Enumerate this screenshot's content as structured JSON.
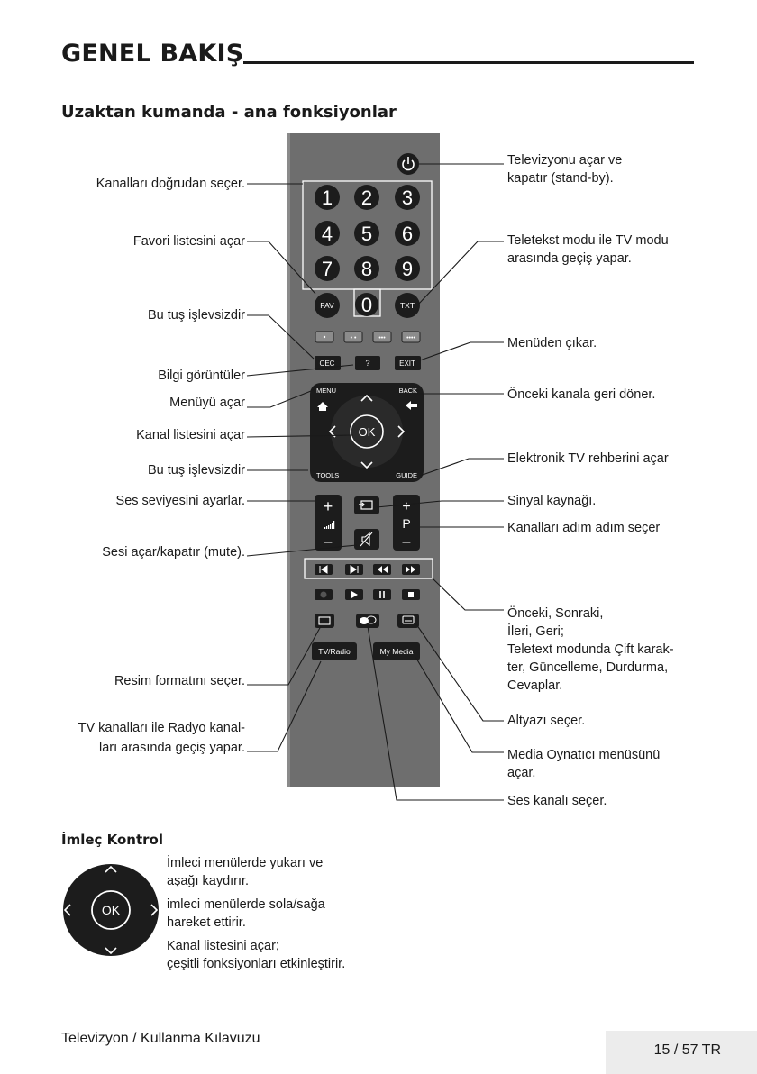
{
  "header": {
    "title": "GENEL BAKIŞ",
    "section": "Uzaktan kumanda - ana fonksiyonlar"
  },
  "labels_left": [
    "Kanalları doğrudan seçer.",
    "Favori listesini açar",
    "Bu tuş işlevsizdir",
    "Bilgi görüntüler",
    "Menüyü açar",
    "Kanal listesini açar",
    "Bu tuş işlevsizdir",
    "Ses seviyesini ayarlar.",
    "Sesi açar/kapatır (mute).",
    "Resim formatını seçer.",
    "TV kanalları ile Radyo kanal-",
    "ları arasında geçiş yapar."
  ],
  "labels_right": [
    "Televizyonu açar ve",
    "kapatır (stand-by).",
    "Teletekst modu ile TV modu",
    "arasında geçiş yapar.",
    "Menüden çıkar.",
    "Önceki kanala geri döner.",
    "Elektronik TV rehberini açar",
    "Sinyal kaynağı.",
    "Kanalları adım adım seçer",
    "Önceki, Sonraki,",
    "İleri, Geri;",
    "Teletext modunda Çift karak-",
    "ter, Güncelleme, Durdurma,",
    "Cevaplar.",
    "Altyazı seçer.",
    "Media Oynatıcı menüsünü",
    "açar.",
    "Ses kanalı seçer."
  ],
  "remote": {
    "digits": [
      "1",
      "2",
      "3",
      "4",
      "5",
      "6",
      "7",
      "8",
      "9",
      "0"
    ],
    "fav": "FAV",
    "txt": "TXT",
    "cec": "CEC",
    "info": "?",
    "exit": "EXIT",
    "menu": "MENU",
    "back": "BACK",
    "ok": "OK",
    "tools": "TOOLS",
    "guide": "GUIDE",
    "vol_plus": "+",
    "vol_minus": "–",
    "p_plus": "+",
    "p_label": "P",
    "p_minus": "–",
    "tv_radio": "TV/Radio",
    "my_media": "My Media"
  },
  "cursor": {
    "title": "İmleç Kontrol",
    "ok": "OK",
    "lines": [
      "İmleci menülerde yukarı ve",
      "aşağı kaydırır.",
      "imleci menülerde sola/sağa",
      "hareket ettirir.",
      "Kanal listesini açar;",
      "çeşitli fonksiyonları etkinleştirir."
    ]
  },
  "footer": {
    "title": "Televizyon / Kullanma Kılavuzu",
    "page": "15 / 57  TR"
  },
  "colors": {
    "remote_body": "#6b6b6b",
    "button": "#1c1c1c",
    "text": "#1a1a1a"
  }
}
